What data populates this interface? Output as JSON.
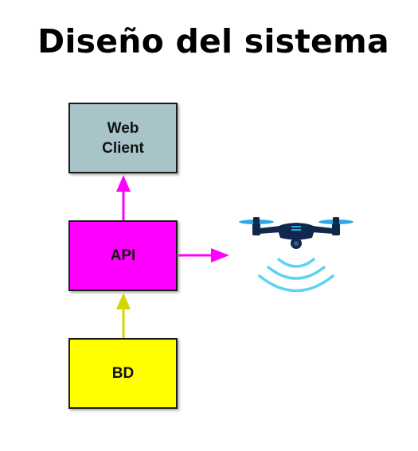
{
  "title": "Diseño del sistema",
  "nodes": {
    "client": {
      "label": "Web\nClient",
      "color": "#a7c4c9"
    },
    "api": {
      "label": "API",
      "color": "#ff00ff"
    },
    "db": {
      "label": "BD",
      "color": "#ffff00"
    }
  },
  "edges": [
    {
      "from": "api",
      "to": "client",
      "color": "#ff00ff"
    },
    {
      "from": "db",
      "to": "api",
      "color": "#d4d400"
    },
    {
      "from": "api",
      "to": "drone",
      "color": "#ff00ff"
    }
  ],
  "icons": {
    "drone": "drone-icon",
    "signal": "signal-waves-icon"
  },
  "colors": {
    "drone_body": "#10284d",
    "drone_prop": "#29a9e8",
    "signal": "#5fd3f3"
  }
}
